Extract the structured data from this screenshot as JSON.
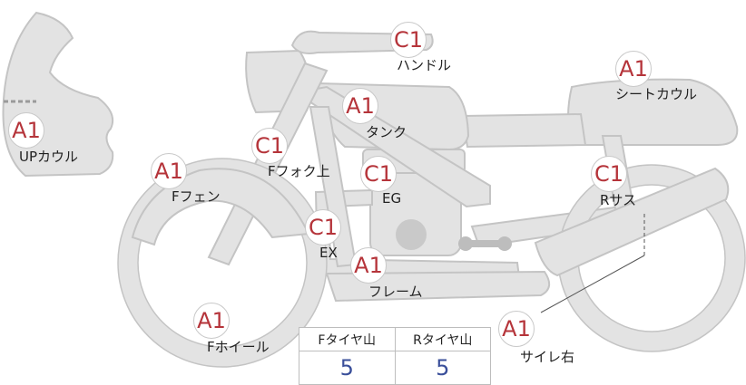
{
  "parts": [
    {
      "id": "handle",
      "grade": "C1",
      "label": "ハンドル"
    },
    {
      "id": "seat-cowl",
      "grade": "A1",
      "label": "シートカウル"
    },
    {
      "id": "tank",
      "grade": "A1",
      "label": "タンク"
    },
    {
      "id": "up-cowl",
      "grade": "A1",
      "label": "UPカウル"
    },
    {
      "id": "f-fork",
      "grade": "C1",
      "label": "Fフォク上"
    },
    {
      "id": "f-fender",
      "grade": "A1",
      "label": "Fフェン"
    },
    {
      "id": "eg",
      "grade": "C1",
      "label": "EG"
    },
    {
      "id": "r-sus",
      "grade": "C1",
      "label": "Rサス"
    },
    {
      "id": "ex",
      "grade": "C1",
      "label": "EX"
    },
    {
      "id": "frame",
      "grade": "A1",
      "label": "フレーム"
    },
    {
      "id": "f-wheel",
      "grade": "A1",
      "label": "Fホイール"
    },
    {
      "id": "silencer-r",
      "grade": "A1",
      "label": "サイレ右"
    }
  ],
  "tire_tread": {
    "front_label": "Fタイヤ山",
    "rear_label": "Rタイヤ山",
    "front_value": "5",
    "rear_value": "5"
  },
  "colors": {
    "part_fill": "#e3e3e3",
    "part_stroke": "#c4c4c4",
    "grade_text": "#b5343a",
    "tread_value": "#3a4f9a"
  }
}
